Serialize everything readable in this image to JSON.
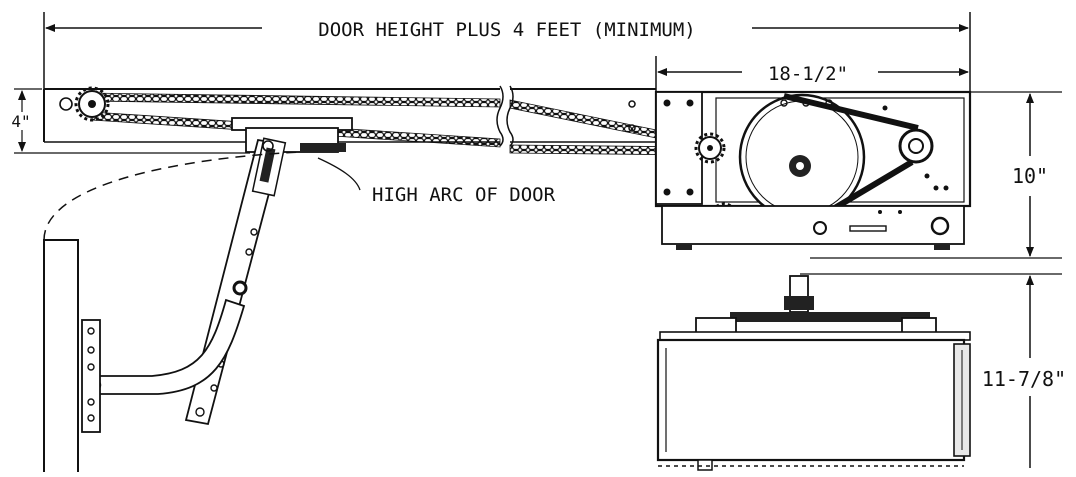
{
  "diagram": {
    "labels": {
      "door_height": "DOOR HEIGHT PLUS 4 FEET (MINIMUM)",
      "unit_length": "18-1/2\"",
      "rail_height": "4\"",
      "unit_height": "10\"",
      "unit_width": "11-7/8\"",
      "high_arc": "HIGH ARC OF DOOR"
    },
    "colors": {
      "ink": "#111111",
      "background": "#ffffff",
      "fill_dark": "#222222",
      "fill_light": "#e8e8e8"
    }
  }
}
